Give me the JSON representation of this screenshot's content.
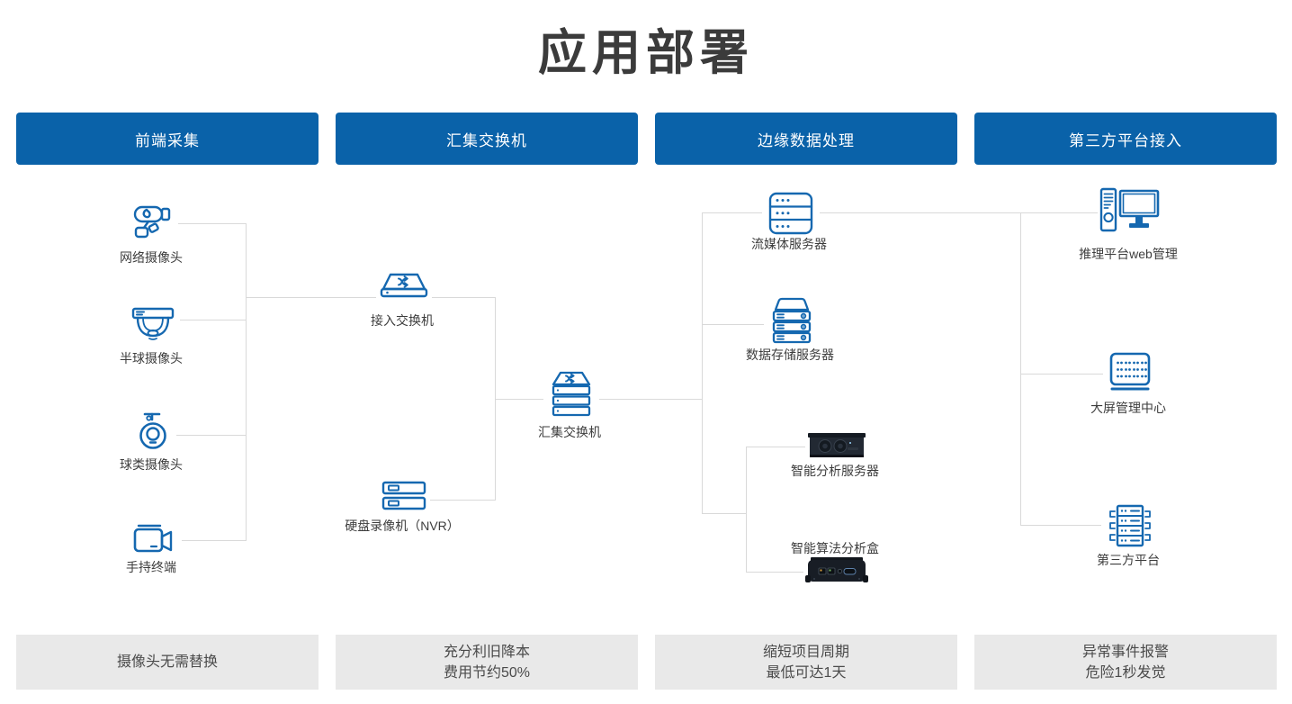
{
  "title": "应用部署",
  "colors": {
    "header_blue": "#0a62a9",
    "icon_blue": "#1568b0",
    "connector_gray": "#d9d9d9",
    "footer_bg": "#e9e9e9",
    "title_color": "#3b3b3b",
    "label_color": "#3d3d3d"
  },
  "columns": [
    {
      "header": "前端采集",
      "footer": {
        "line1": "摄像头无需替换"
      }
    },
    {
      "header": "汇集交换机",
      "footer": {
        "line1": "充分利旧降本",
        "line2": "费用节约50%"
      }
    },
    {
      "header": "边缘数据处理",
      "footer": {
        "line1": "缩短项目周期",
        "line2": "最低可达1天"
      }
    },
    {
      "header": "第三方平台接入",
      "footer": {
        "line1": "异常事件报警",
        "line2": "危险1秒发觉"
      }
    }
  ],
  "nodes": {
    "network_camera": {
      "label": "网络摄像头"
    },
    "dome_camera": {
      "label": "半球摄像头"
    },
    "ball_camera": {
      "label": "球类摄像头"
    },
    "handheld_terminal": {
      "label": "手持终端"
    },
    "access_switch": {
      "label": "接入交换机"
    },
    "nvr": {
      "label": "硬盘录像机（NVR）"
    },
    "aggregation_switch": {
      "label": "汇集交换机"
    },
    "media_server": {
      "label": "流媒体服务器"
    },
    "storage_server": {
      "label": "数据存储服务器"
    },
    "analysis_server": {
      "label": "智能分析服务器"
    },
    "analysis_box": {
      "label": "智能算法分析盒"
    },
    "web_management": {
      "label": "推理平台web管理"
    },
    "big_screen": {
      "label": "大屏管理中心"
    },
    "third_party": {
      "label": "第三方平台"
    }
  }
}
